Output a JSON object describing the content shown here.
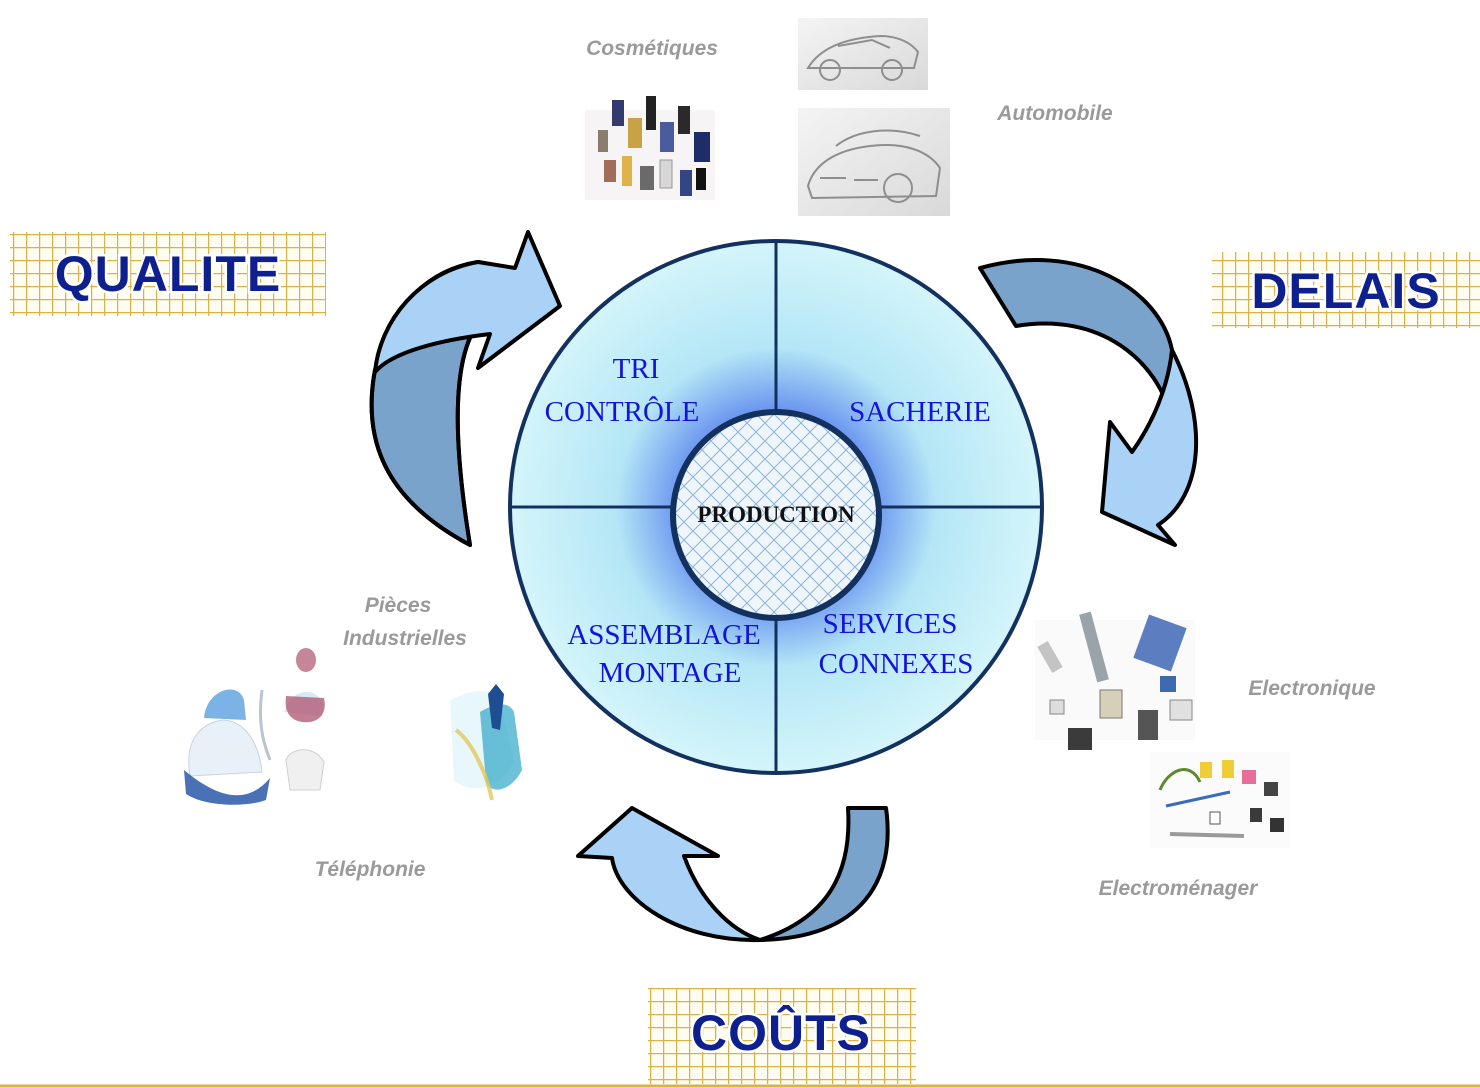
{
  "pillars": {
    "qualite": "QUALITE",
    "delais": "DELAIS",
    "couts": "COÛTS"
  },
  "wheel": {
    "center": "PRODUCTION",
    "top_left_line1": "TRI",
    "top_left_line2": "CONTRÔLE",
    "top_right": "SACHERIE",
    "bottom_left_line1": "ASSEMBLAGE",
    "bottom_left_line2": "MONTAGE",
    "bottom_right_line1": "SERVICES",
    "bottom_right_line2": "CONNEXES"
  },
  "industries": {
    "cosmetiques": "Cosmétiques",
    "automobile": "Automobile",
    "pieces_line1": "Pièces",
    "pieces_line2": "Industrielles",
    "telephonie": "Téléphonie",
    "electronique": "Electronique",
    "electromenager": "Electroménager"
  },
  "colors": {
    "arrow_light": "#a9d2f6",
    "arrow_dark": "#7aa3cc",
    "wheel_fill": "#c8f0f8",
    "wheel_stroke": "#13315e",
    "pillar_text": "#0e1f8e",
    "grid": "#d8b24a",
    "sector_text": "#1414d8"
  }
}
